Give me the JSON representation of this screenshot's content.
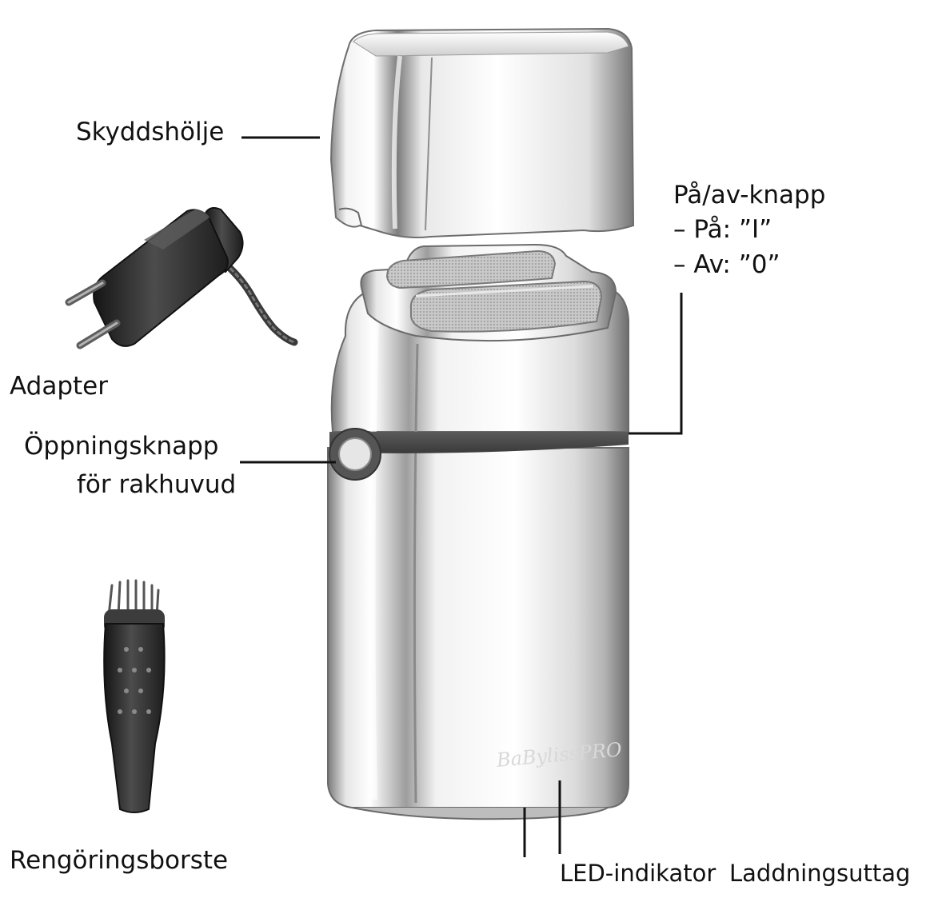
{
  "labels": {
    "protective_cap": "Skyddshölje",
    "adapter": "Adapter",
    "head_release_line1": "Öppningsknapp",
    "head_release_line2": "för rakhuvud",
    "power_switch_title": "På/av-knapp",
    "power_on": "– På: ”I”",
    "power_off": "– Av: ”0”",
    "cleaning_brush": "Rengöringsborste",
    "led_indicator": "LED-indikator",
    "charging_port": "Laddningsuttag"
  },
  "body_branding": "BaBylissPRO",
  "colors": {
    "text": "#111111",
    "leader_line": "#111111",
    "band": "#4a4a4a"
  }
}
